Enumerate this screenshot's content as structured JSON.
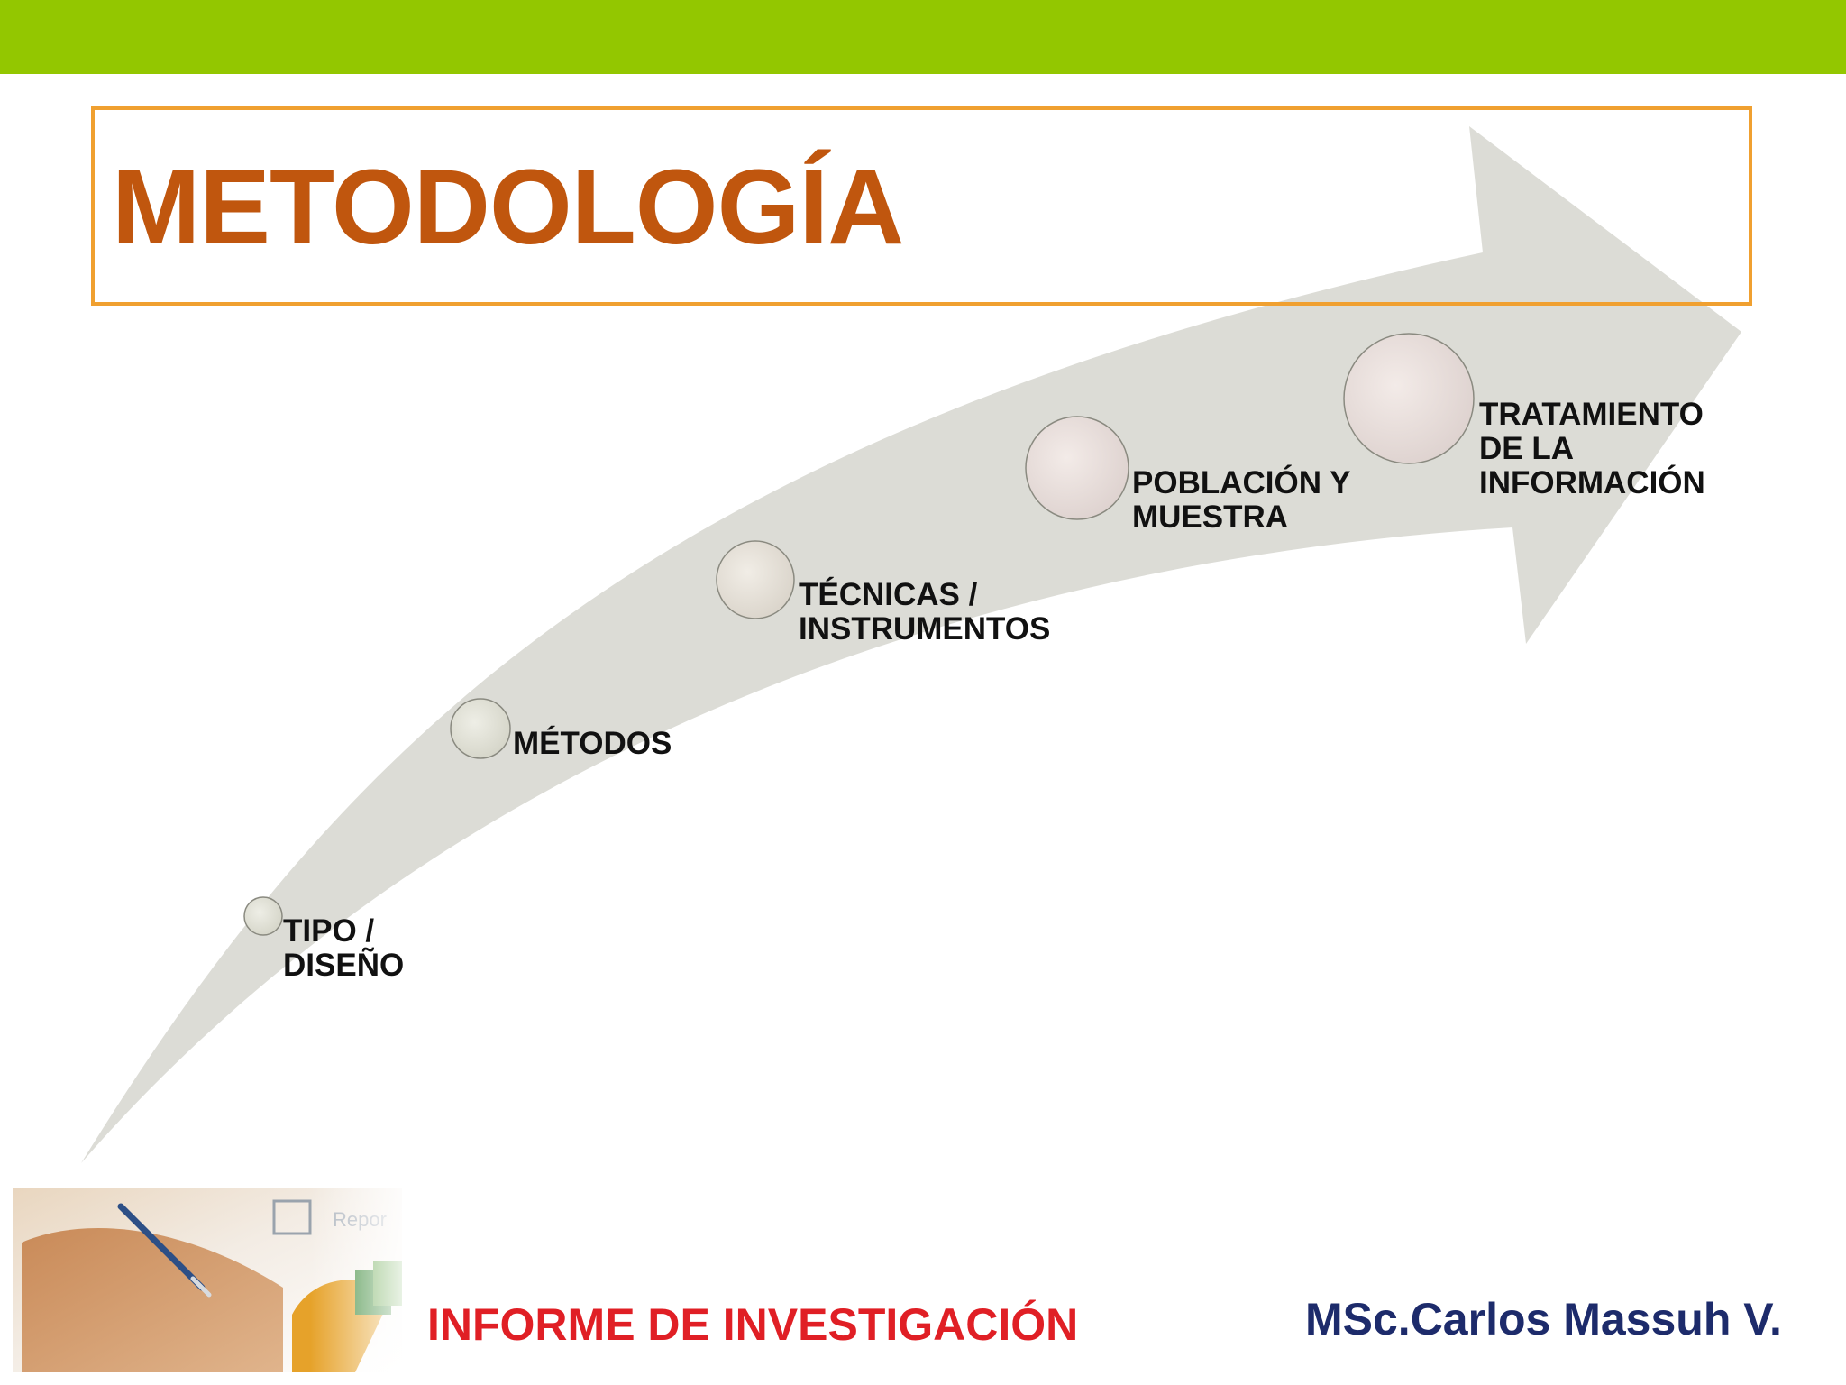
{
  "slide": {
    "title": "METODOLOGÍA",
    "footer_left": "INFORME DE INVESTIGACIÓN",
    "footer_right": "MSc.Carlos Massuh V."
  },
  "steps": [
    {
      "label_line1": "TIPO /",
      "label_line2": "DISEÑO"
    },
    {
      "label_line1": "MÉTODOS",
      "label_line2": ""
    },
    {
      "label_line1": "TÉCNICAS /",
      "label_line2": "INSTRUMENTOS"
    },
    {
      "label_line1": "POBLACIÓN Y",
      "label_line2": "MUESTRA"
    },
    {
      "label_line1": "TRATAMIENTO",
      "label_line2": "DE LA",
      "label_line3": "INFORMACIÓN"
    }
  ],
  "colors": {
    "top_bar": "#93c700",
    "title_border": "#f0a030",
    "title_text": "#c0560e",
    "arrow_fill": "#dcdcd6",
    "footer_left_text": "#e01f25",
    "footer_right_text": "#1d2b6b"
  }
}
